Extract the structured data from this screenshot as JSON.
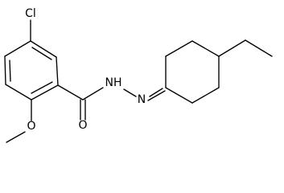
{
  "structure": {
    "chlorine": "Cl",
    "oxygen_methoxy": "O",
    "oxygen_carbonyl": "O",
    "hydrazone_nh": "NH",
    "hydrazone_n": "N"
  },
  "colors": {
    "bond": "#000000",
    "label": "#000000",
    "background": "#ffffff"
  }
}
